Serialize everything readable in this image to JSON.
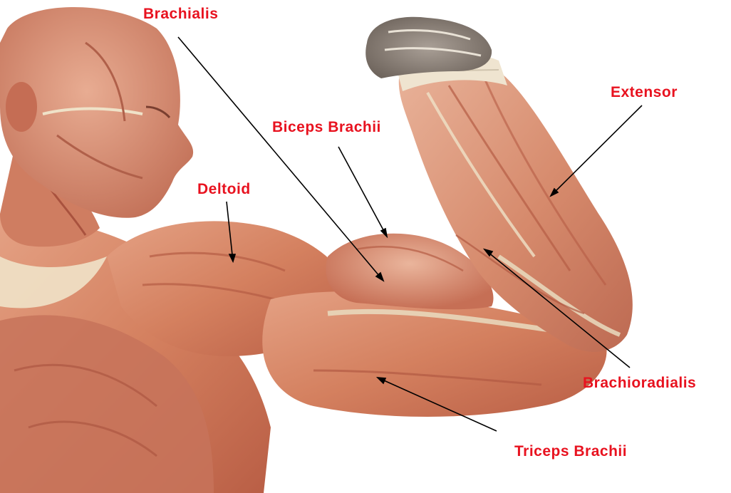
{
  "labels": {
    "brachialis": "Brachialis",
    "biceps": "Biceps Brachii",
    "deltoid": "Deltoid",
    "extensor": "Extensor",
    "brachioradialis": "Brachioradialis",
    "triceps": "Triceps Brachii"
  },
  "colors": {
    "label": "#e8121f",
    "pointer": "#000000",
    "muscle_base": "#d98a6c",
    "muscle_dark": "#b65a44",
    "muscle_light": "#eab199",
    "tendon": "#ece3cf",
    "background": "#ffffff"
  },
  "illustration": {
    "subject": "anatomical-figure-flexed-arm"
  }
}
